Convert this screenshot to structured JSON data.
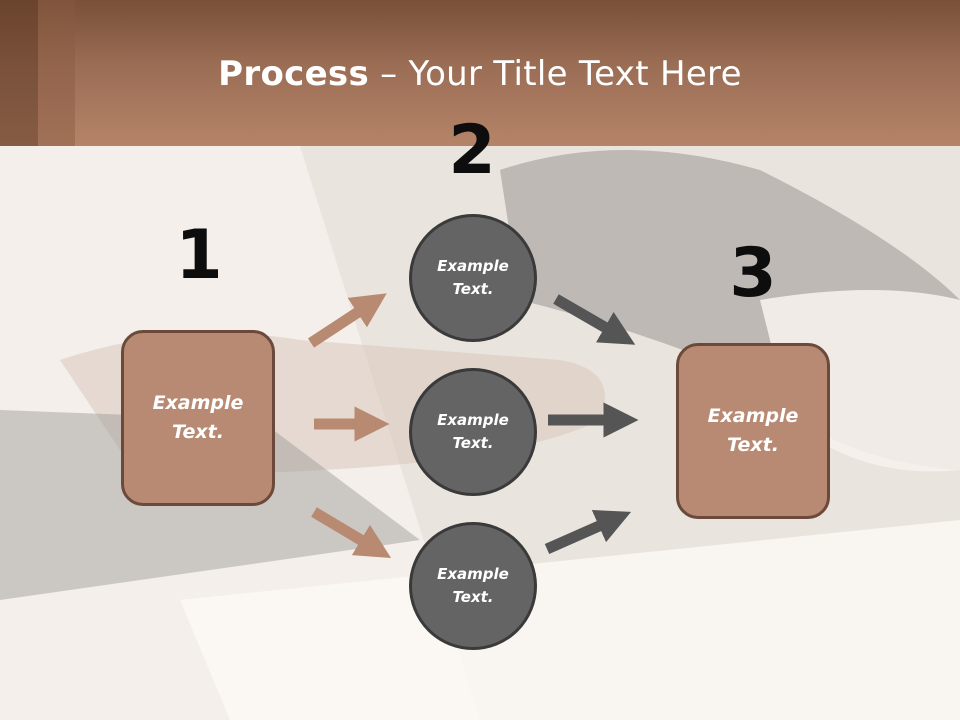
{
  "slide": {
    "title_bold": "Process",
    "title_rest": " – Your Title Text Here"
  },
  "steps": {
    "one": "1",
    "two": "2",
    "three": "3"
  },
  "nodes": {
    "left_box": [
      "Example",
      "Text."
    ],
    "circle_top": [
      "Example",
      "Text."
    ],
    "circle_middle": [
      "Example",
      "Text."
    ],
    "circle_bottom": [
      "Example",
      "Text."
    ],
    "right_box": [
      "Example",
      "Text."
    ]
  },
  "colors": {
    "accent_brown": "#b88a73",
    "box_border": "#6b4a3c",
    "circle_fill": "#646464",
    "arrow_brown": "#b98a72",
    "arrow_gray": "#555555",
    "header_top": "#7a5038"
  }
}
